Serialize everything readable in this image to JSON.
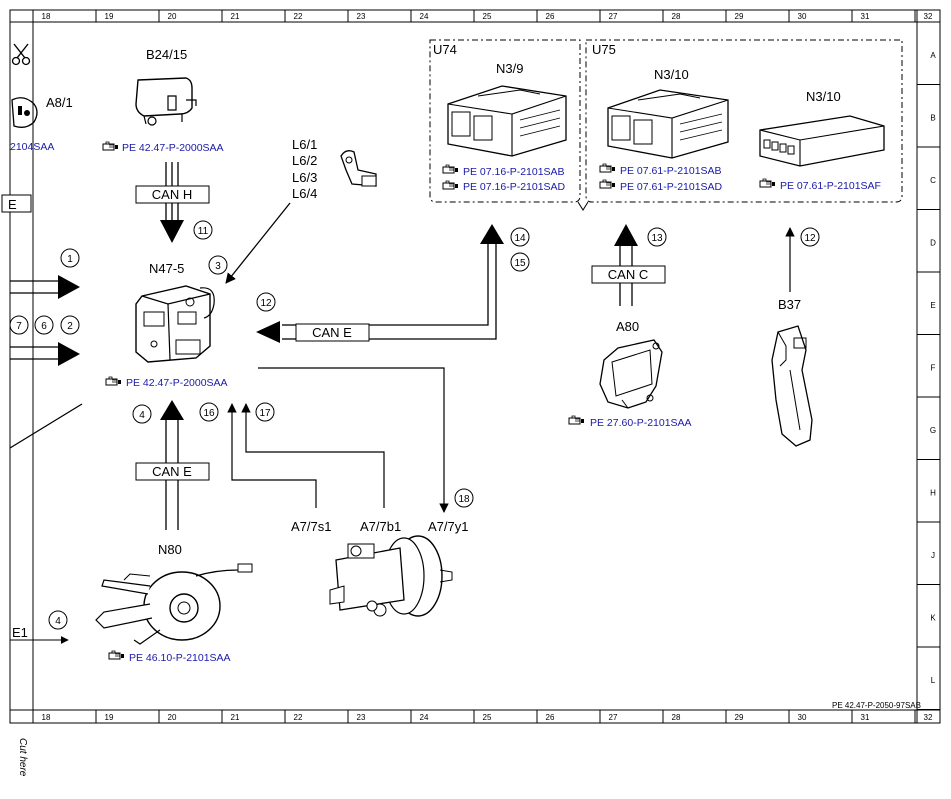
{
  "grid": {
    "columns": [
      "18",
      "19",
      "20",
      "21",
      "22",
      "23",
      "24",
      "25",
      "26",
      "27",
      "28",
      "29",
      "30",
      "31",
      "32"
    ],
    "rows": [
      "A",
      "B",
      "C",
      "D",
      "E",
      "F",
      "G",
      "H",
      "J",
      "K",
      "L"
    ]
  },
  "labels": {
    "b24_15": "B24/15",
    "a8_1": "A8/1",
    "l6_1": "L6/1",
    "l6_2": "L6/2",
    "l6_3": "L6/3",
    "l6_4": "L6/4",
    "n47_5": "N47-5",
    "u74": "U74",
    "u75": "U75",
    "n3_9": "N3/9",
    "n3_10_a": "N3/10",
    "n3_10_b": "N3/10",
    "a80": "A80",
    "b37": "B37",
    "n80": "N80",
    "a7_7s1": "A7/7s1",
    "a7_7b1": "A7/7b1",
    "a7_7y1": "A7/7y1",
    "e1": "E1",
    "e_box": "E"
  },
  "bus_labels": {
    "can_h": "CAN H",
    "can_e_left": "CAN E",
    "can_e_main": "CAN E",
    "can_c": "CAN C"
  },
  "refs": {
    "a8_1": "2104SAA",
    "b24_15": "PE 42.47-P-2000SAA",
    "n47_5": "PE 42.47-P-2000SAA",
    "n3_9_1": "PE 07.16-P-2101SAB",
    "n3_9_2": "PE 07.16-P-2101SAD",
    "n3_10_1": "PE 07.61-P-2101SAB",
    "n3_10_2": "PE 07.61-P-2101SAD",
    "n3_10_3": "PE 07.61-P-2101SAF",
    "a80": "PE 27.60-P-2101SAA",
    "n80": "PE 46.10-P-2101SAA"
  },
  "circled_numbers": {
    "c1": "1",
    "c2": "2",
    "c3": "3",
    "c4a": "4",
    "c4b": "4",
    "c6": "6",
    "c7": "7",
    "c11": "11",
    "c12a": "12",
    "c12b": "12",
    "c13": "13",
    "c14": "14",
    "c15": "15",
    "c16": "16",
    "c17": "17",
    "c18": "18"
  },
  "footer": {
    "doc_ref": "PE 42.47-P-2050-97SAB",
    "cut_here": "Cut here"
  },
  "icons": {
    "ref_pointer": "pointing-hand-icon",
    "scissors": "scissors-icon"
  }
}
